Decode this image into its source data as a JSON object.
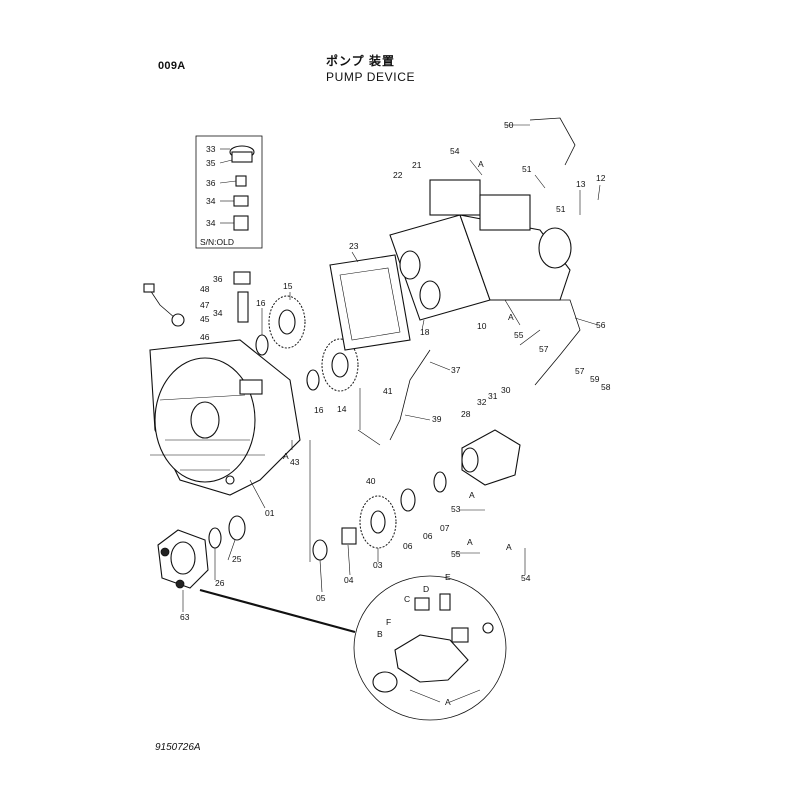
{
  "header": {
    "code": "009A",
    "title_jp": "ポンプ 装置",
    "title_en": "PUMP  DEVICE"
  },
  "footer": {
    "drawing_no": "9150726A"
  },
  "inset": {
    "note": "S/N:OLD"
  },
  "labels": {
    "p01": "01",
    "p03": "03",
    "p04": "04",
    "p05": "05",
    "p06a": "06",
    "p06b": "06",
    "p07": "07",
    "p10": "10",
    "p12": "12",
    "p13": "13",
    "p14": "14",
    "p15": "15",
    "p16a": "16",
    "p16b": "16",
    "p18": "18",
    "p21": "21",
    "p22": "22",
    "p23": "23",
    "p25": "25",
    "p26": "26",
    "p28": "28",
    "p30": "30",
    "p31": "31",
    "p32": "32",
    "p33": "33",
    "p34a": "34",
    "p34b": "34",
    "p34c": "34",
    "p35": "35",
    "p36a": "36",
    "p36b": "36",
    "p37": "37",
    "p39": "39",
    "p40": "40",
    "p41": "41",
    "p43": "43",
    "p45": "45",
    "p46": "46",
    "p47": "47",
    "p48": "48",
    "p50": "50",
    "p51a": "51",
    "p51b": "51",
    "p53": "53",
    "p54a": "54",
    "p54b": "54",
    "p55a": "55",
    "p55b": "55",
    "p56": "56",
    "p57a": "57",
    "p57b": "57",
    "p58": "58",
    "p59": "59",
    "p63": "63",
    "refA1": "A",
    "refA2": "A",
    "refA3": "A",
    "refA4": "A",
    "refA5": "A",
    "refA6": "A",
    "refA7": "A",
    "refB": "B",
    "refC": "C",
    "refD": "D",
    "refE": "E",
    "refF": "F"
  }
}
